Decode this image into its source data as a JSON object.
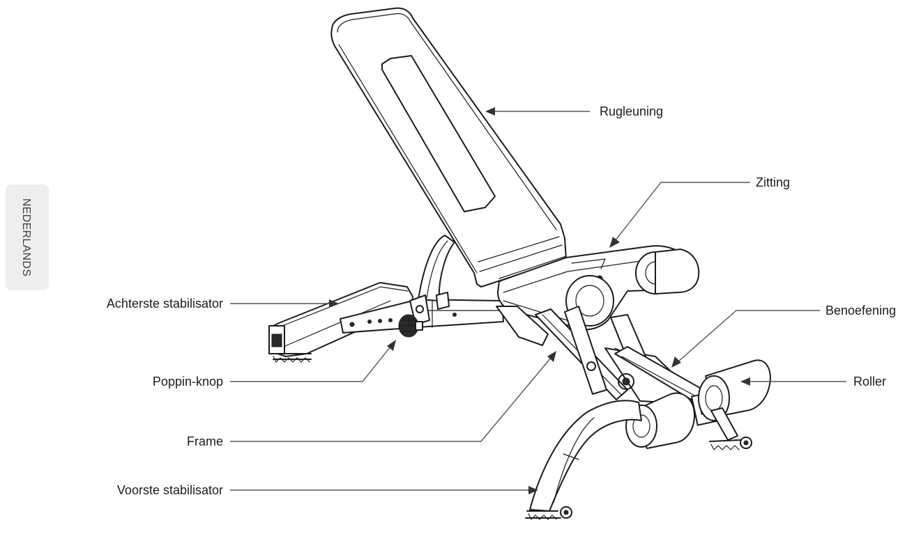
{
  "language_tab": {
    "label": "NEDERLANDS",
    "background": "#eeeeee"
  },
  "parts": {
    "backrest": "Rugleuning",
    "seat": "Zitting",
    "rear_stabilizer": "Achterste stabilisator",
    "exercise": "Benoefening",
    "pop_pin_knob": "Poppin-knop",
    "roller": "Roller",
    "frame": "Frame",
    "front_stabilizer": "Voorste stabilisator"
  },
  "colors": {
    "line": "#1b1b1b",
    "leader": "#555555",
    "text": "#1a1a1a"
  }
}
